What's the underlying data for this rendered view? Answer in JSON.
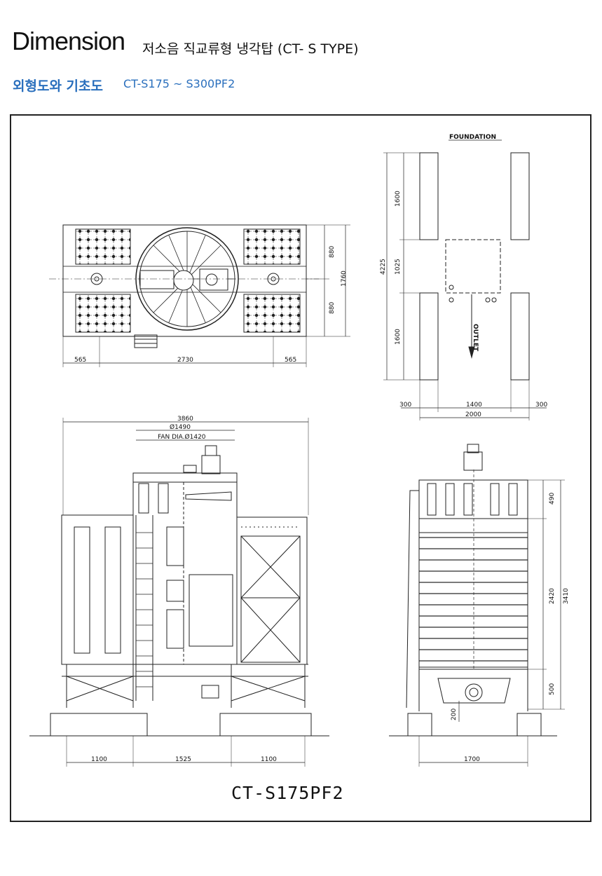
{
  "header": {
    "title": "Dimension",
    "subtitle": "저소음 직교류형 냉각탑 (CT- S TYPE)",
    "section_label": "외형도와 기초도",
    "model_range": "CT-S175 ~ S300PF2"
  },
  "drawing": {
    "foundation_label": "FOUNDATION",
    "outlet_label": "OUTLET",
    "model_name": "CT-S175PF2",
    "dims": {
      "d565a": "565",
      "d2730": "2730",
      "d565b": "565",
      "d880a": "880",
      "d1760": "1760",
      "d880b": "880",
      "d1600a": "1600",
      "d1025": "1025",
      "d4225": "4225",
      "d1600b": "1600",
      "d300a": "300",
      "d1400": "1400",
      "d300b": "300",
      "d2000": "2000",
      "d3860": "3860",
      "dfan1": "Ø1490",
      "dfan2": "FAN DIA.Ø1420",
      "d1100a": "1100",
      "d1525": "1525",
      "d1100b": "1100",
      "d490": "490",
      "d2420": "2420",
      "d3410": "3410",
      "d500": "500",
      "d200": "200",
      "d1700": "1700"
    }
  }
}
